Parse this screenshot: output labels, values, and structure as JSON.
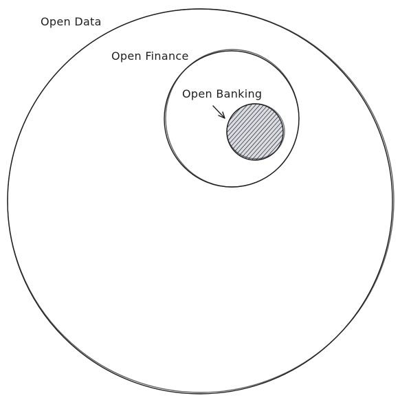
{
  "diagram": {
    "labels": {
      "open_data": "Open Data",
      "open_finance": "Open Finance",
      "open_banking": "Open Banking"
    },
    "colors": {
      "stroke": "#1e1e1e",
      "inner_fill": "#d9dde3",
      "background": "#ffffff"
    }
  }
}
